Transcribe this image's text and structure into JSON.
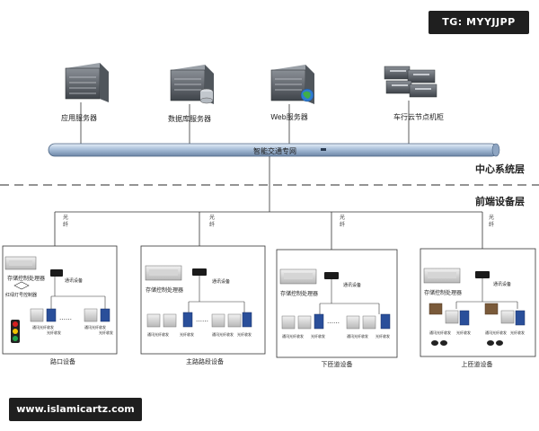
{
  "watermarks": {
    "top": "TG: MYYJJPP",
    "bottom": "www.islamicartz.com"
  },
  "servers": [
    {
      "label": "应用服务器"
    },
    {
      "label": "数据库服务器"
    },
    {
      "label": "Web服务器"
    },
    {
      "label": "车行云节点机柜"
    }
  ],
  "network": {
    "label": "智能交通专网"
  },
  "layers": {
    "center": "中心系统层",
    "front": "前端设备层"
  },
  "fiber_label": "光\n纤",
  "dots": "……",
  "sites": [
    {
      "title": "路口设备",
      "controller": "存储控制处理器",
      "switch": "通讯设备",
      "extra": "红绿灯号控制器",
      "cam_labels": [
        "通讯光纤收发",
        "光纤收发",
        "通讯光纤收发",
        "光纤收发"
      ]
    },
    {
      "title": "主路路段设备",
      "controller": "存储控制处理器",
      "switch": "通讯设备",
      "cam_labels": [
        "通讯光纤收发",
        "光纤收发",
        "通讯光纤收发",
        "光纤收发"
      ]
    },
    {
      "title": "下匝道设备",
      "controller": "存储控制处理器",
      "switch": "通讯设备",
      "cam_labels": [
        "通讯光纤收发",
        "光纤收发",
        "通讯光纤收发",
        "光纤收发"
      ]
    },
    {
      "title": "上匝道设备",
      "controller": "存储控制处理器",
      "switch": "通讯设备",
      "cam_labels": [
        "通讯光纤收发",
        "光纤收发",
        "通讯光纤收发",
        "光纤收发"
      ]
    }
  ]
}
